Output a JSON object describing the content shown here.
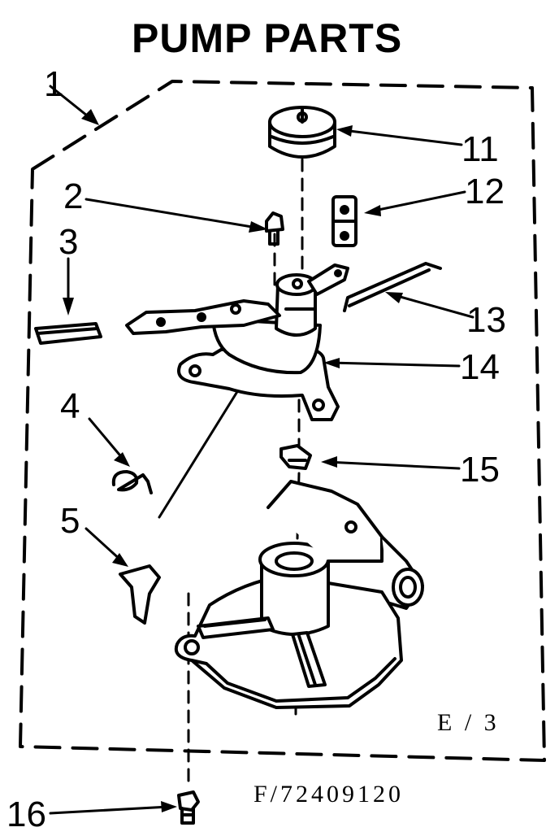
{
  "title": "PUMP PARTS",
  "callouts": [
    "1",
    "2",
    "3",
    "4",
    "5",
    "11",
    "12",
    "13",
    "14",
    "15",
    "16"
  ],
  "page_code": "E / 3",
  "figure_number": "F/72409120"
}
